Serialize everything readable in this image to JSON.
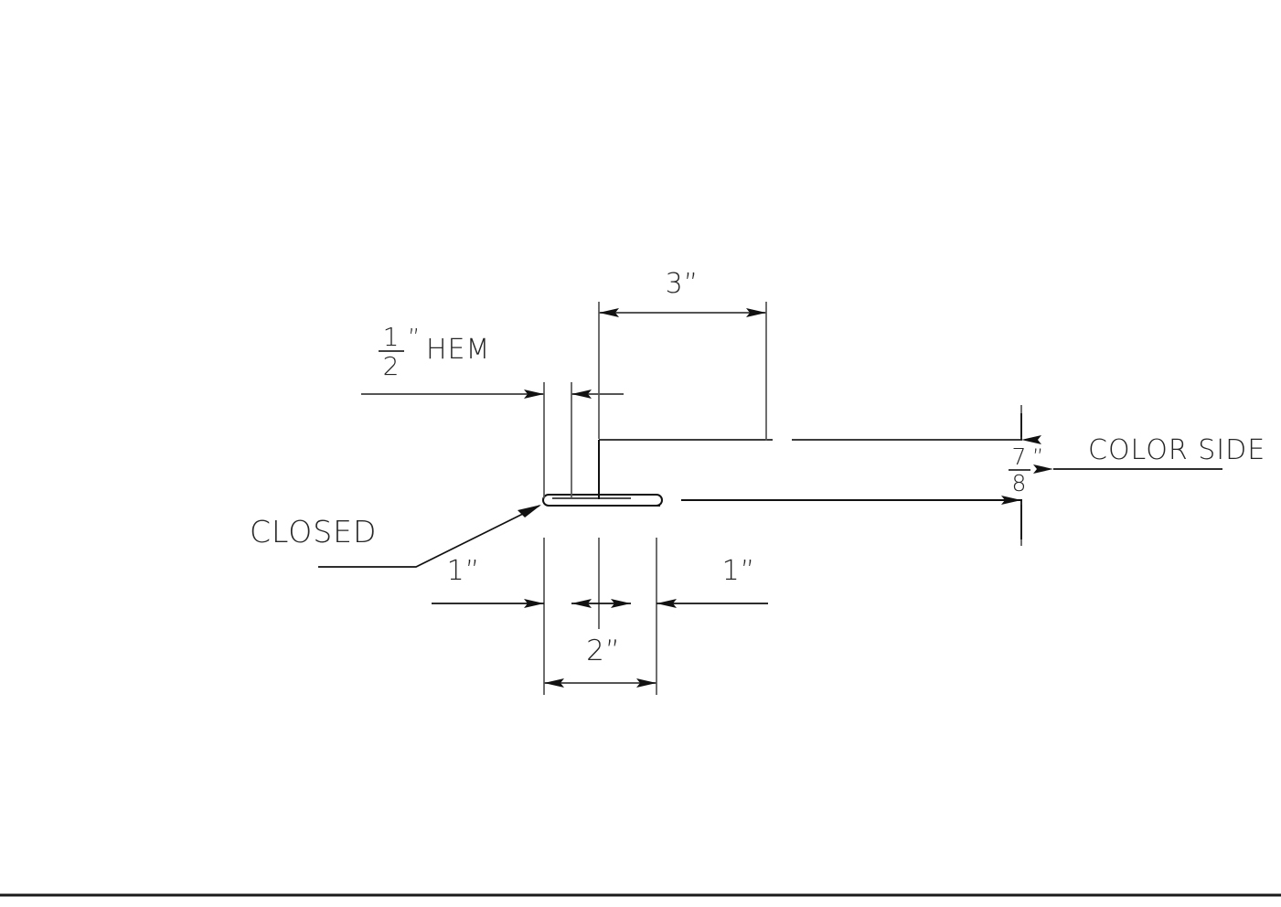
{
  "drawing": {
    "type": "metal-trim-profile-section",
    "background_color": "#ffffff",
    "line_color": "#3c3c3c",
    "dim_line_color": "#555555",
    "text_color": "#262626",
    "border_color": "#1a1a1a"
  },
  "labels": {
    "hem_note_numerator": "1",
    "hem_note_denominator": "2",
    "hem_note_inch": "”",
    "hem_note_word": "HEM",
    "closed_note": "CLOSED",
    "color_side_note": "COLOR  SIDE"
  },
  "dimensions": {
    "top_width": "3”",
    "leg_height_numerator": "7",
    "leg_height_denominator": "8",
    "leg_height_inch": "”",
    "left_one": "1”",
    "right_one": "1”",
    "overall_two": "2”"
  }
}
